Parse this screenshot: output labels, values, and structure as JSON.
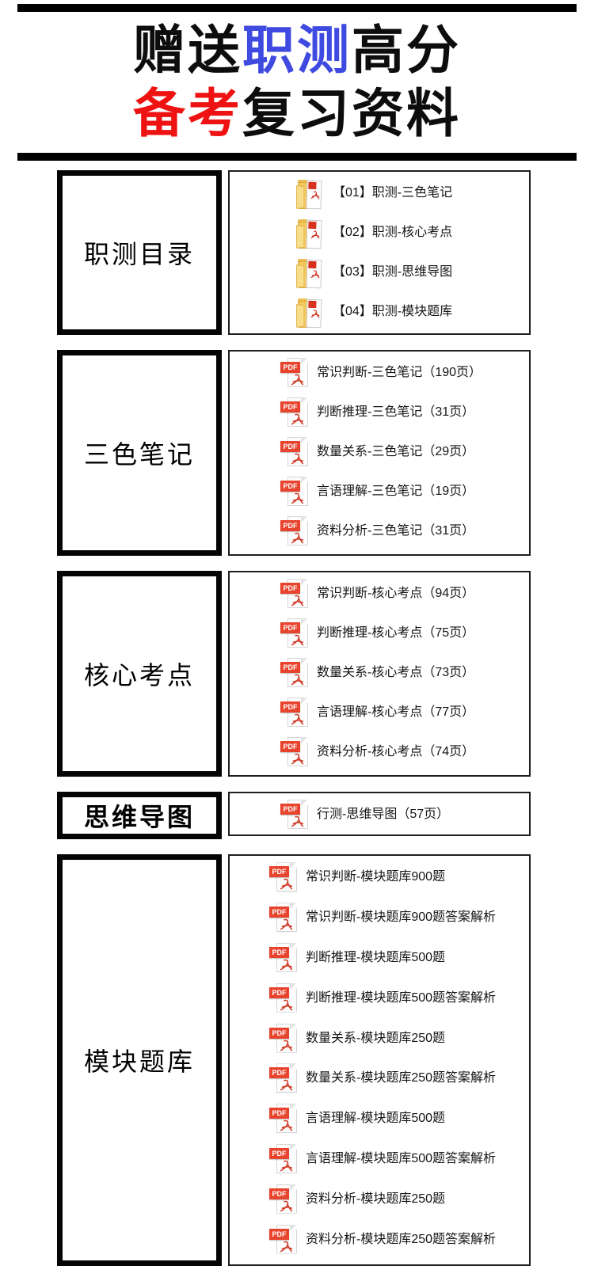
{
  "title": {
    "line1": [
      {
        "text": "赠送",
        "color": "#0d0d0d"
      },
      {
        "text": "职测",
        "color": "#3f4ae0"
      },
      {
        "text": "高分",
        "color": "#0d0d0d"
      }
    ],
    "line2": [
      {
        "text": "备考",
        "color": "#ee1212"
      },
      {
        "text": "复习资料",
        "color": "#0d0d0d"
      }
    ]
  },
  "colors": {
    "accent_blue": "#3f4ae0",
    "accent_red": "#ee1212",
    "pdf_red": "#e8432d",
    "folder_yellow": "#f3c95e",
    "border_black": "#000000"
  },
  "icons": {
    "pdf_label": "PDF",
    "pdf_icon_name": "pdf-file-icon",
    "folder_icon_name": "pdf-folder-icon"
  },
  "sections": [
    {
      "label": "职测目录",
      "icon": "folder",
      "items": [
        "【01】职测-三色笔记",
        "【02】职测-核心考点",
        "【03】职测-思维导图",
        "【04】职测-模块题库"
      ]
    },
    {
      "label": "三色笔记",
      "icon": "pdf",
      "items": [
        "常识判断-三色笔记（190页）",
        "判断推理-三色笔记（31页）",
        "数量关系-三色笔记（29页）",
        "言语理解-三色笔记（19页）",
        "资料分析-三色笔记（31页）"
      ]
    },
    {
      "label": "核心考点",
      "icon": "pdf",
      "items": [
        "常识判断-核心考点（94页）",
        "判断推理-核心考点（75页）",
        "数量关系-核心考点（73页）",
        "言语理解-核心考点（77页）",
        "资料分析-核心考点（74页）"
      ]
    },
    {
      "label": "思维导图",
      "label_style": "bold",
      "icon": "pdf",
      "items": [
        "行测-思维导图（57页）"
      ]
    },
    {
      "label": "模块题库",
      "icon": "pdf",
      "items": [
        "常识判断-模块题库900题",
        "常识判断-模块题库900题答案解析",
        "判断推理-模块题库500题",
        "判断推理-模块题库500题答案解析",
        "数量关系-模块题库250题",
        "数量关系-模块题库250题答案解析",
        "言语理解-模块题库500题",
        "言语理解-模块题库500题答案解析",
        "资料分析-模块题库250题",
        "资料分析-模块题库250题答案解析"
      ]
    }
  ]
}
